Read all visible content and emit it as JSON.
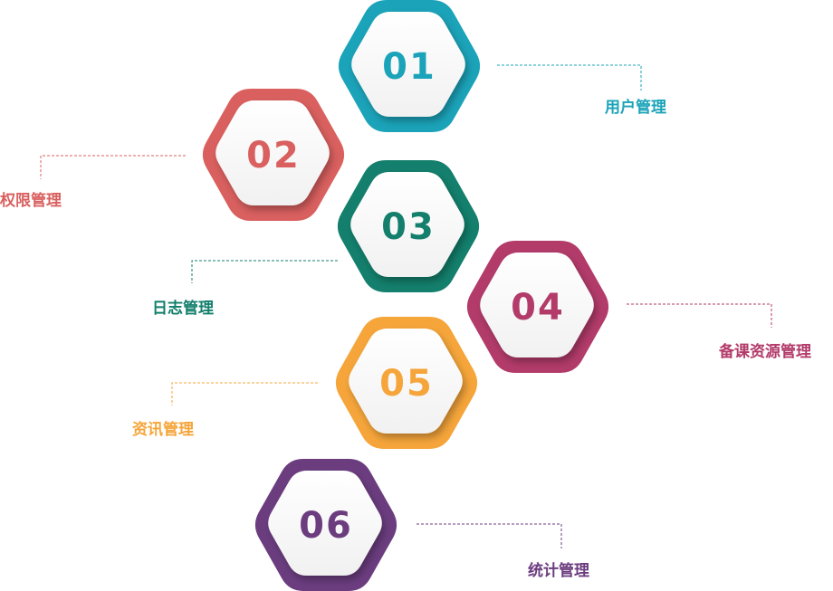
{
  "items": [
    {
      "number": "01",
      "label": "用户管理",
      "color": "#1ba3b9"
    },
    {
      "number": "02",
      "label": "权限管理",
      "color": "#d9605f"
    },
    {
      "number": "03",
      "label": "日志管理",
      "color": "#137f6c"
    },
    {
      "number": "04",
      "label": "备课资源管理",
      "color": "#b23b6a"
    },
    {
      "number": "05",
      "label": "资讯管理",
      "color": "#f5a53a"
    },
    {
      "number": "06",
      "label": "统计管理",
      "color": "#6b3d7f"
    }
  ]
}
